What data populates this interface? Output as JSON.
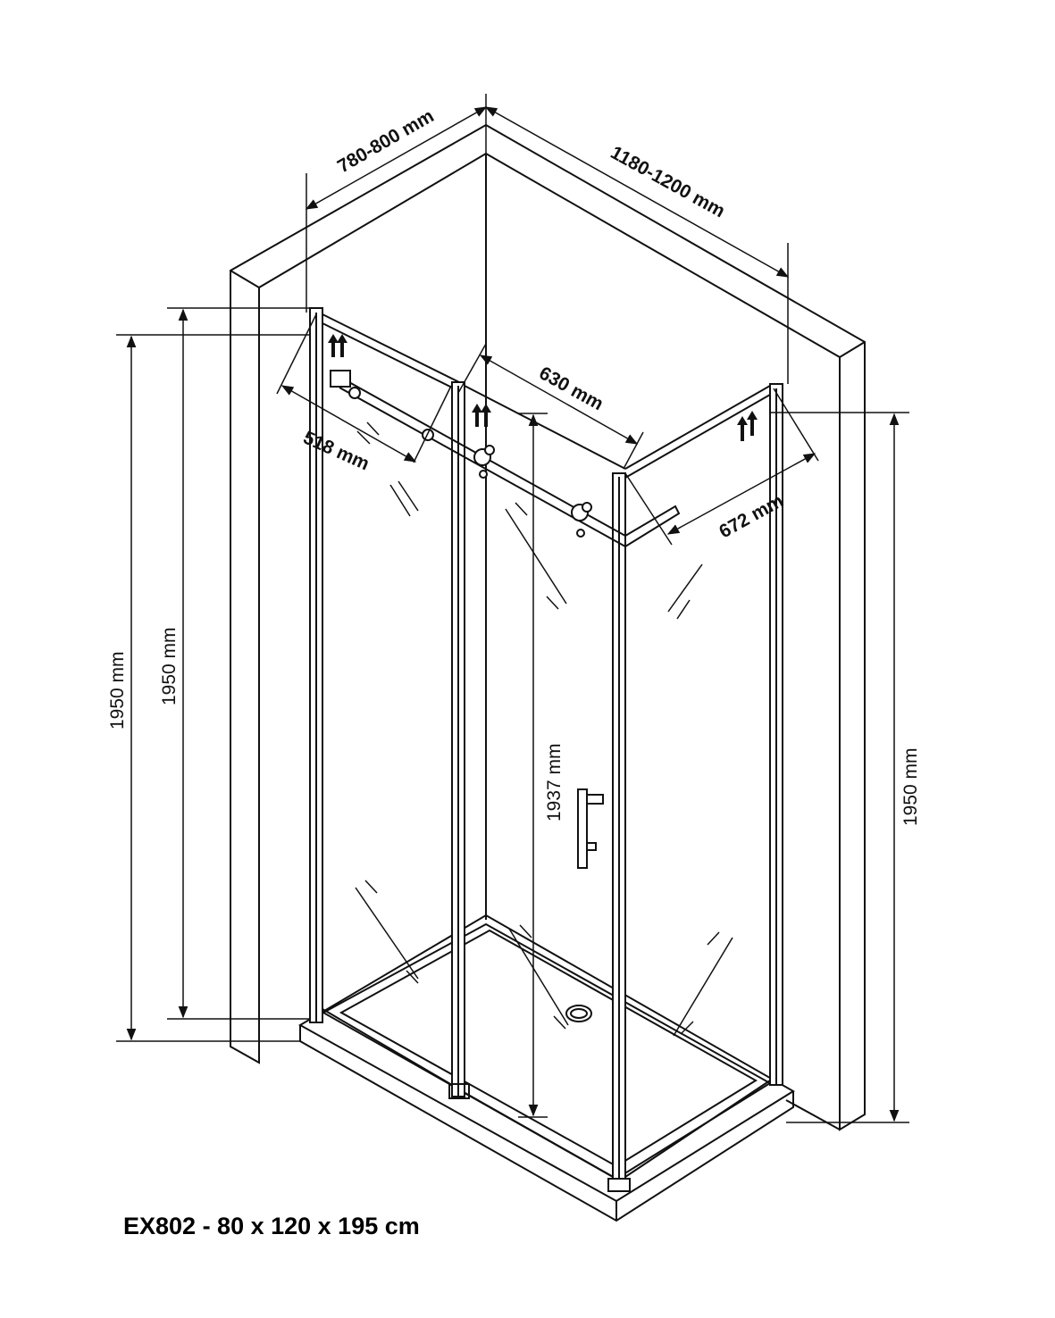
{
  "model_caption": "EX802 - 80 x 120 x 195 cm",
  "dimensions": {
    "wall_left_depth": "780-800 mm",
    "wall_back_width": "1180-1200 mm",
    "height_outer_left": "1950 mm",
    "height_inner_left": "1950 mm",
    "height_right": "1950 mm",
    "door_opening_height": "1937 mm",
    "side_panel_width": "518 mm",
    "door_width": "630 mm",
    "fixed_panel_width": "672 mm"
  },
  "colors": {
    "line": "#111111",
    "background": "#ffffff"
  }
}
